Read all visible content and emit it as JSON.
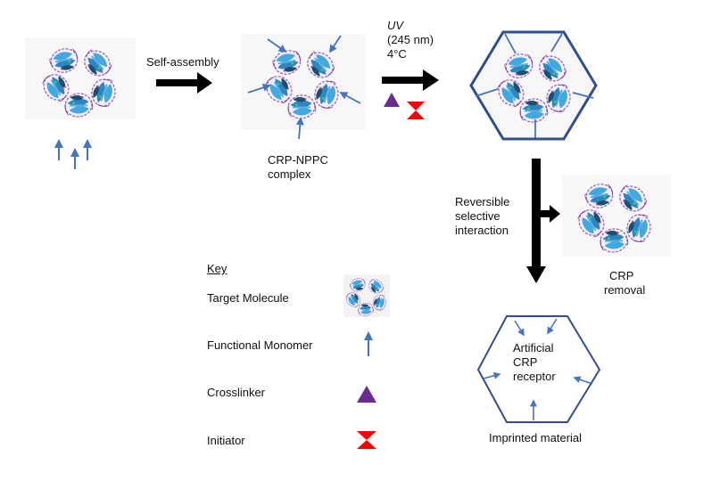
{
  "steps": {
    "self_assembly": "Self-assembly",
    "uv_line1": "UV",
    "uv_line2": "(245 nm)",
    "uv_line3": "4°C",
    "complex_line1": "CRP-NPPC",
    "complex_line2": "complex",
    "reversible_line1": "Reversible",
    "reversible_line2": "selective",
    "reversible_line3": "interaction",
    "removal_line1": "CRP",
    "removal_line2": "removal",
    "receptor_line1": "Artificial",
    "receptor_line2": "CRP",
    "receptor_line3": "receptor",
    "imprinted": "Imprinted material"
  },
  "key": {
    "title": "Key",
    "target": "Target Molecule",
    "monomer": "Functional Monomer",
    "crosslinker": "Crosslinker",
    "initiator": "Initiator"
  },
  "colors": {
    "arrow": "#000000",
    "monomer": "#4472C4",
    "hexagon": "#2F4F8F",
    "crosslinker": "#6B2C91",
    "initiator": "#FF0000",
    "protein_blue": "#3FA9E0",
    "protein_outline": "#9B59B6"
  }
}
